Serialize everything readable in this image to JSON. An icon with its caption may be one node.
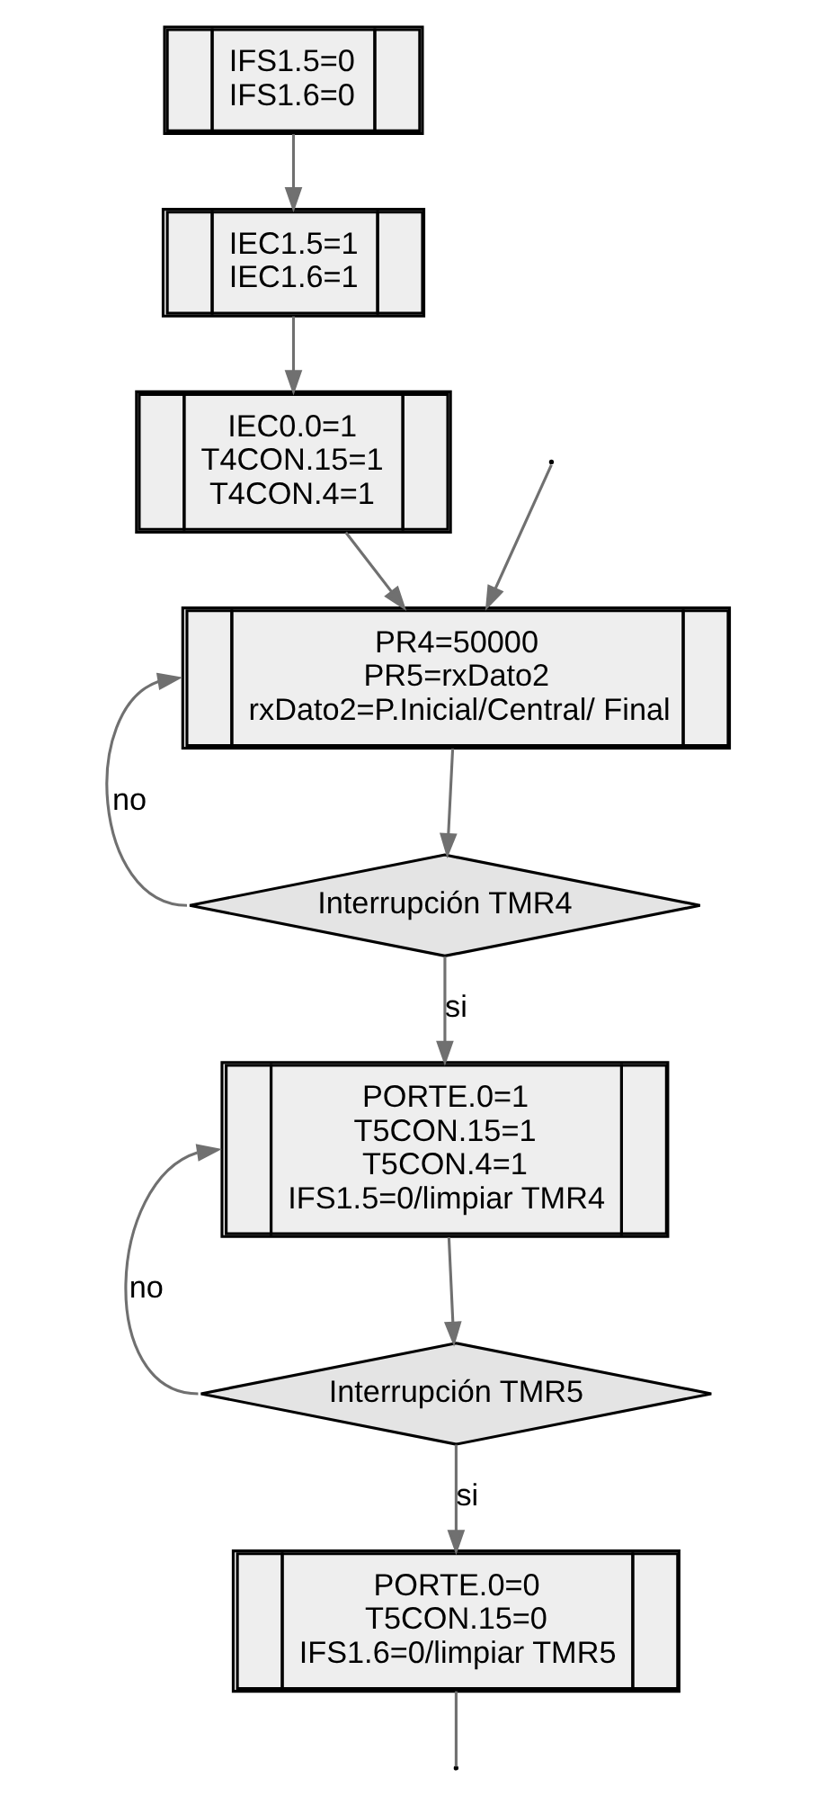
{
  "diagram": {
    "nodes": [
      {
        "text": [
          "IFS1.5=0",
          "IFS1.6=0"
        ]
      },
      {
        "text": [
          "IEC1.5=1",
          "IEC1.6=1"
        ]
      },
      {
        "text": [
          "IEC0.0=1",
          "T4CON.15=1",
          "T4CON.4=1"
        ]
      },
      {
        "text": [
          "PR4=50000",
          "PR5=rxDato2",
          "rxDato2=P.Inicial/Central/ Final"
        ]
      },
      {
        "text": [
          "Interrupción TMR4"
        ]
      },
      {
        "text": [
          "PORTE.0=1",
          "T5CON.15=1",
          "T5CON.4=1",
          "IFS1.5=0/limpiar TMR4"
        ]
      },
      {
        "text": [
          "Interrupción TMR5"
        ]
      },
      {
        "text": [
          "PORTE.0=0",
          "T5CON.15=0",
          "IFS1.6=0/limpiar TMR5"
        ]
      }
    ],
    "edges": [
      {
        "from": 0,
        "to": 1,
        "arrow": "to"
      },
      {
        "from": 1,
        "to": 2,
        "arrow": "to"
      },
      {
        "from": 2,
        "to": 3,
        "arrow": "to"
      },
      {
        "from": 3,
        "to": 4,
        "arrow": "to"
      },
      {
        "from": 4,
        "to": 3,
        "arrow": "to",
        "label": "no"
      },
      {
        "from": 4,
        "to": 5,
        "arrow": "to",
        "label": "si"
      },
      {
        "from": 5,
        "to": 6,
        "arrow": "to"
      },
      {
        "from": 6,
        "to": 5,
        "arrow": "to",
        "label": "no"
      },
      {
        "from": 6,
        "to": 7,
        "arrow": "to",
        "label": "si"
      },
      {
        "from": 7,
        "to": null,
        "arrow": "none"
      },
      {
        "from": null,
        "to": 3,
        "arrow": "to"
      }
    ]
  }
}
